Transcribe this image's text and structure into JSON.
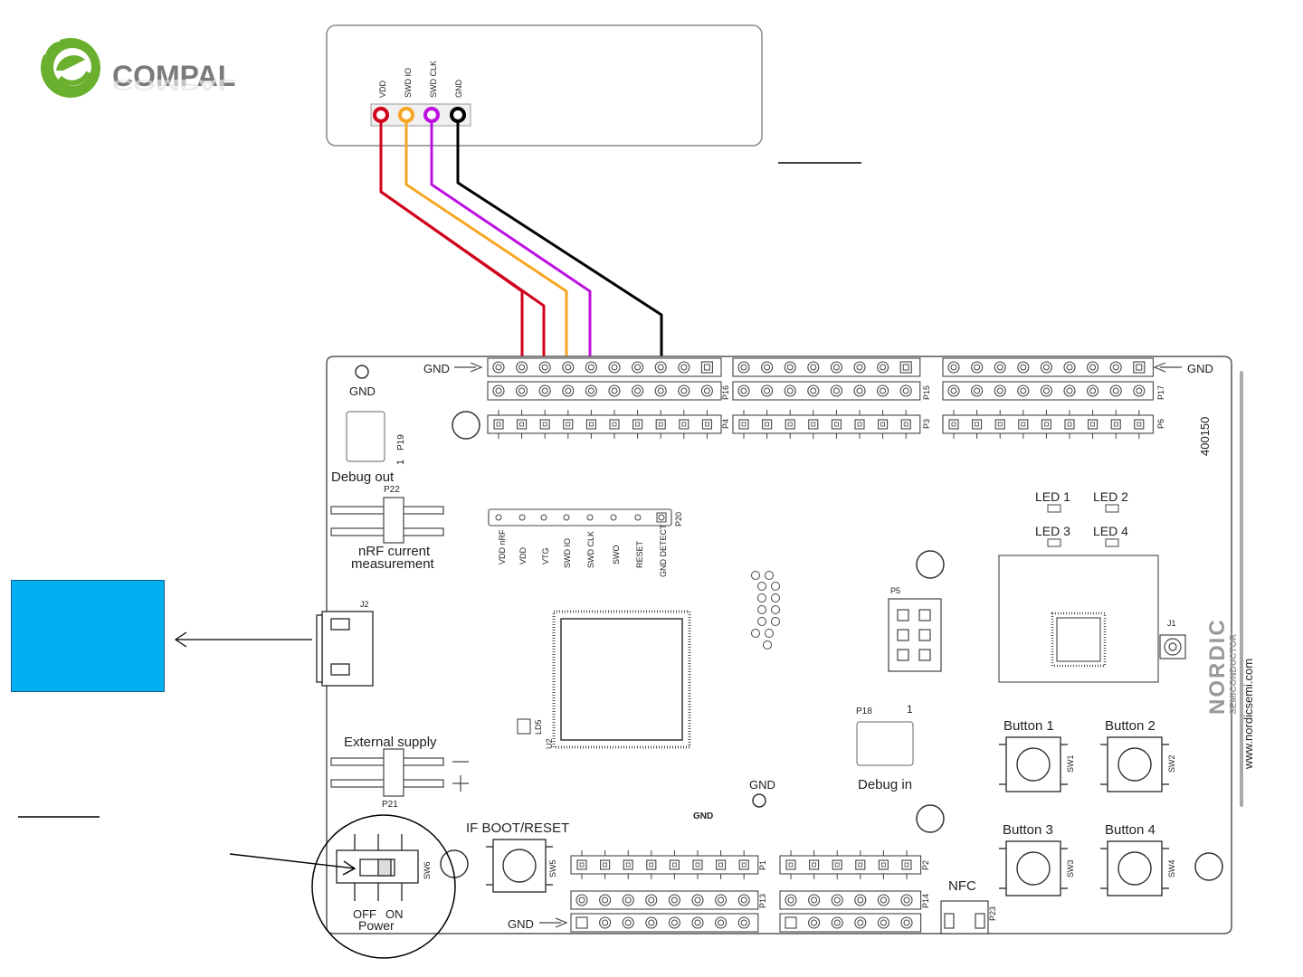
{
  "logo": {
    "brand": "COMPAL"
  },
  "programmer": {
    "pins": [
      "VDD",
      "SWD IO",
      "SWD CLK",
      "GND"
    ],
    "pin_colors": [
      "#d0021b",
      "#f5a623",
      "#bd10e0",
      "#000000"
    ]
  },
  "board": {
    "gnd_top_left": "GND",
    "gnd_top_right": "GND",
    "gnd_hole": "GND",
    "gnd_mid": "GND",
    "gnd_small": "GND",
    "gnd_bottom": "GND",
    "p19": "P19",
    "p19_pin1": "1",
    "debug_out": "Debug out",
    "p22": "P22",
    "nrf_current_1": "nRF current",
    "nrf_current_2": "measurement",
    "j2": "J2",
    "external_supply": "External supply",
    "p21": "P21",
    "sw6": "SW6",
    "off": "OFF",
    "on": "ON",
    "power": "Power",
    "if_boot_reset": "IF BOOT/RESET",
    "sw5": "SW5",
    "p1": "P1",
    "p2": "P2",
    "p13": "P13",
    "p14": "P14",
    "p16": "P16",
    "p15": "P15",
    "p17": "P17",
    "p4": "P4",
    "p3": "P3",
    "p6": "P6",
    "p20": "P20",
    "p20_labels": [
      "VDD nRF",
      "VDD",
      "VTG",
      "SWD IO",
      "SWD CLK",
      "SWO",
      "RESET",
      "GND DETECT"
    ],
    "board_id": "400150",
    "led1": "LED 1",
    "led2": "LED 2",
    "led3": "LED 3",
    "led4": "LED 4",
    "u1": "U1",
    "u2": "U2",
    "ld5": "LD5",
    "j1": "J1",
    "p5": "P5",
    "p18": "P18",
    "p18_pin1": "1",
    "debug_in": "Debug in",
    "nfc": "NFC",
    "p23": "P23",
    "button1": "Button 1",
    "button2": "Button 2",
    "button3": "Button 3",
    "button4": "Button 4",
    "sw1": "SW1",
    "sw2": "SW2",
    "sw3": "SW3",
    "sw4": "SW4",
    "nordic": "NORDIC",
    "semiconductor": "SEMICONDUCTOR",
    "url": "www.nordicsemi.com"
  }
}
